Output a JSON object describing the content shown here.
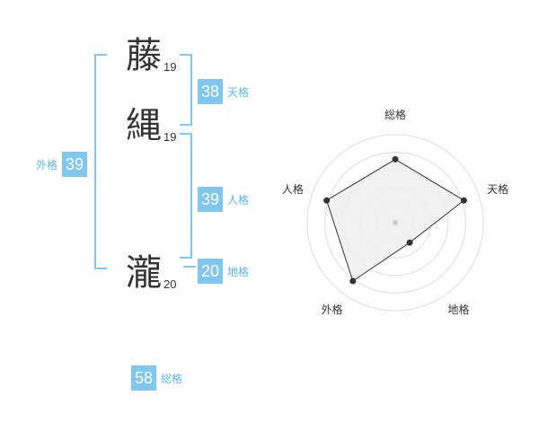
{
  "kanji": [
    {
      "char": "藤",
      "strokes": "19"
    },
    {
      "char": "縄",
      "strokes": "19"
    },
    {
      "char": "瀧",
      "strokes": "20"
    }
  ],
  "scores": {
    "tenkaku": {
      "value": "38",
      "label": "天格"
    },
    "jinkaku": {
      "value": "39",
      "label": "人格"
    },
    "chikaku": {
      "value": "20",
      "label": "地格"
    },
    "gaikaku": {
      "value": "39",
      "label": "外格"
    },
    "soukaku": {
      "value": "58",
      "label": "総格"
    }
  },
  "colors": {
    "accent": "#7fc7ef",
    "accent_text": "#5bb5e6",
    "ring": "#dddddd",
    "fill": "#eeeeee"
  },
  "chart_data": {
    "type": "radar",
    "axes": [
      "総格",
      "天格",
      "地格",
      "外格",
      "人格"
    ],
    "values": [
      0.72,
      0.82,
      0.28,
      0.82,
      0.82
    ],
    "max": 1,
    "rings": 5
  }
}
